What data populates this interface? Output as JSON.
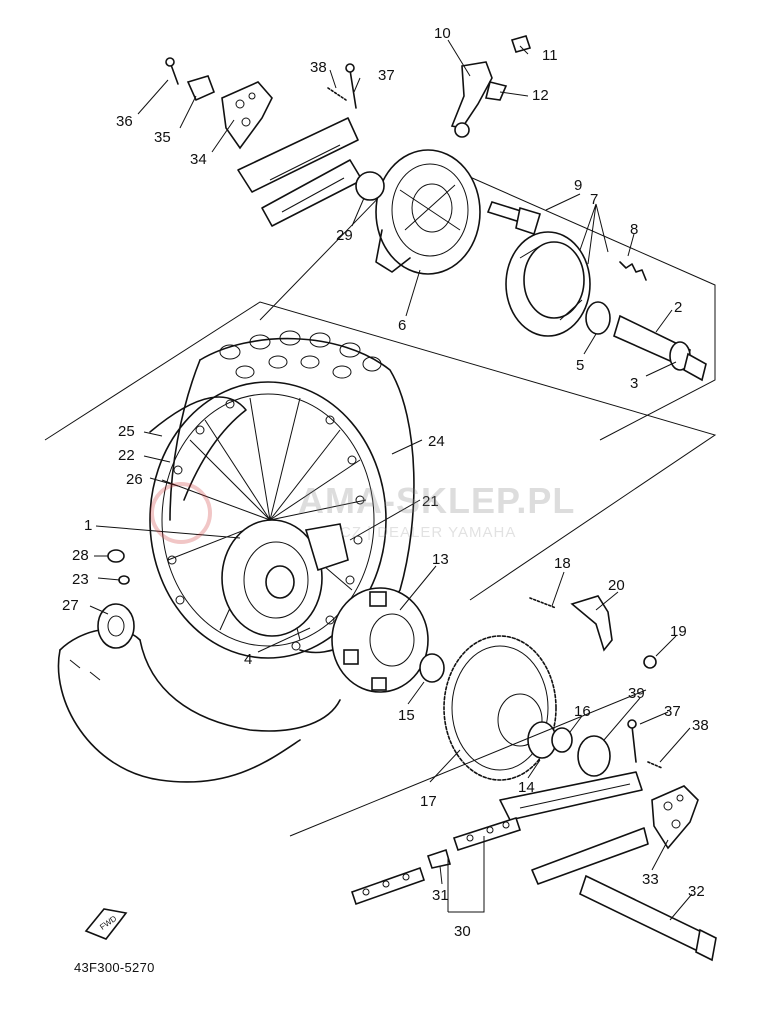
{
  "diagram": {
    "part_code": "43F300-5270",
    "watermark": {
      "text": "AMA-SKLEP.PL",
      "subtext": "CZ | DEALER YAMAHA"
    },
    "fwd_label": "FWD",
    "callouts": [
      "1",
      "2",
      "3",
      "4",
      "5",
      "6",
      "7",
      "8",
      "9",
      "10",
      "11",
      "12",
      "13",
      "14",
      "15",
      "16",
      "17",
      "18",
      "19",
      "20",
      "21",
      "22",
      "23",
      "24",
      "25",
      "26",
      "27",
      "28",
      "29",
      "30",
      "31",
      "32",
      "33",
      "34",
      "35",
      "36",
      "37",
      "38",
      "37",
      "38",
      "39"
    ],
    "colors": {
      "ink": "#111111",
      "paper": "#ffffff",
      "watermark_red": "#cc3333"
    }
  }
}
